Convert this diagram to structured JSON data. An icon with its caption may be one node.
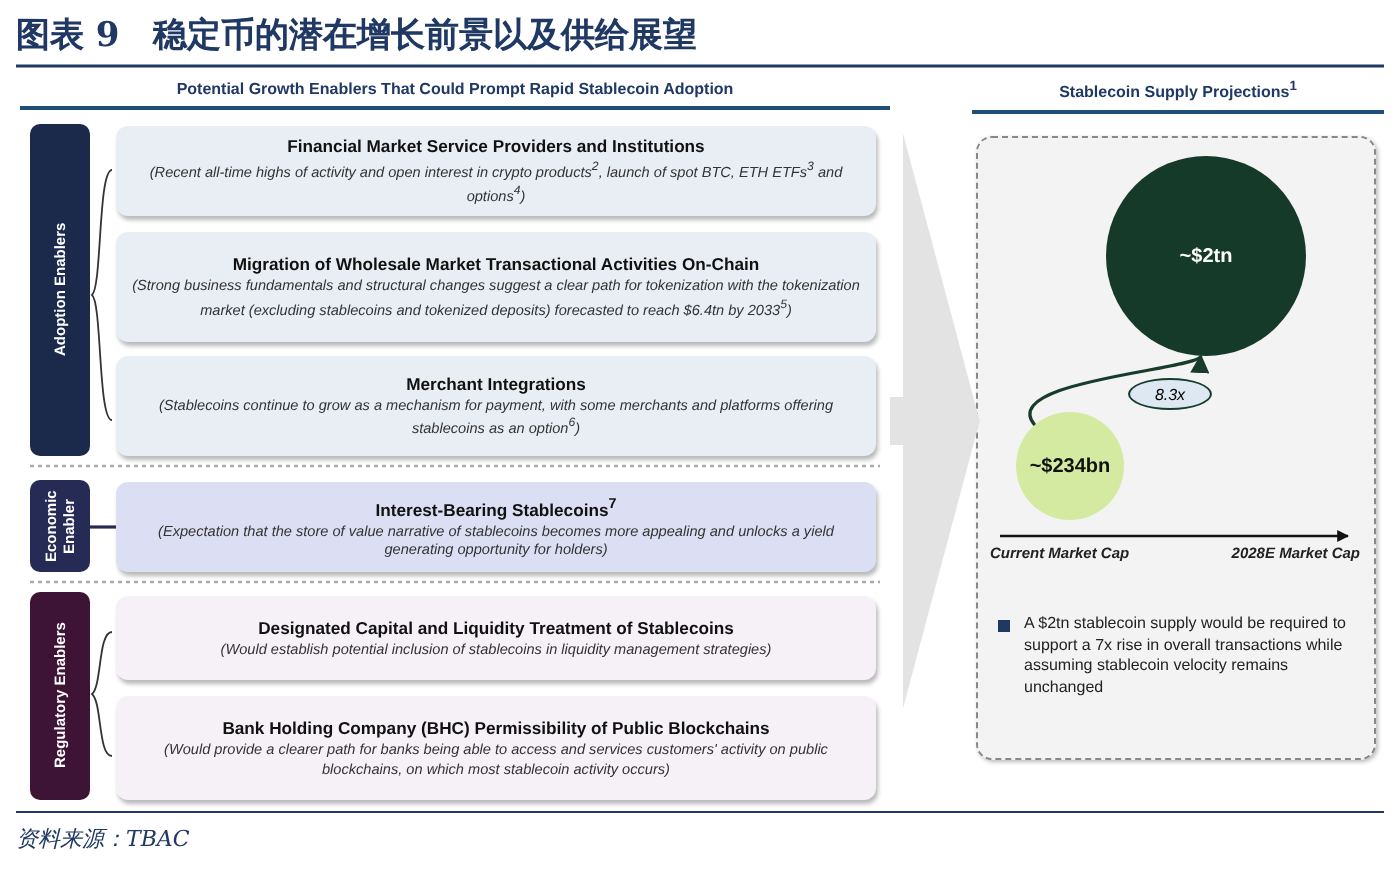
{
  "diagram": {
    "title": "图表 9　稳定币的潜在增长前景以及供给展望",
    "caption": "资料来源：TBAC",
    "nodes": [
      {
        "text": [
          "Potential Growth Enablers That Could Prompt Rapid Stablecoin Adoption"
        ]
      },
      {
        "text": [
          "Adoption Enablers"
        ],
        "in": 0
      },
      {
        "text": [
          "Financial Market Service Providers and Institutions",
          "(Recent all-time highs of activity and open interest in crypto products$^{2}$, launch of spot BTC, ETH ETFs$^{3}$ and options$^{4}$)"
        ],
        "in": 0
      },
      {
        "text": [
          "Migration of Wholesale Market Transactional Activities On-Chain",
          "(Strong business fundamentals and structural changes suggest a clear path for tokenization with the tokenization market (excluding stablecoins and tokenized deposits) forecasted to reach $6.4tn by 2033$^{5}$)"
        ],
        "in": 0
      },
      {
        "text": [
          "Merchant Integrations",
          "(Stablecoins continue to grow as a mechanism for payment, with some merchants and platforms offering stablecoins as an option$^{6}$)"
        ],
        "in": 0
      },
      {
        "text": [
          "Economic Enabler"
        ],
        "in": 0
      },
      {
        "text": [
          "Interest-Bearing Stablecoins$^{7}$",
          "(Expectation that the store of value narrative of stablecoins becomes more appealing and unlocks a yield generating opportunity for holders)"
        ],
        "in": 0
      },
      {
        "text": [
          "Regulatory Enablers"
        ],
        "in": 0
      },
      {
        "text": [
          "Designated Capital and Liquidity Treatment of Stablecoins",
          "(Would establish potential inclusion of stablecoins in liquidity management strategies)"
        ],
        "in": 0
      },
      {
        "text": [
          "Bank Holding Company (BHC) Permissibility of Public Blockchains",
          "(Would provide a clearer path for banks being able to access and services customers' activity on public blockchains, on which most stablecoin activity occurs)"
        ],
        "in": 0
      },
      {
        "text": [
          "Stablecoin Supply Projections$^{1}$"
        ]
      },
      {
        "text": [
          "~$234bn"
        ],
        "in": 10
      },
      {
        "text": [
          "~$2tn"
        ],
        "in": 10
      }
    ],
    "edges": [
      {
        "from": 0,
        "to": 10,
        "arrow": "to",
        "style": "thick",
        "color": "#e3e3e3"
      },
      {
        "from": 5,
        "to": 6,
        "arrow": "none",
        "color": "#262b55"
      },
      {
        "from": 11,
        "to": 12,
        "arrow": "to",
        "label": "8.3x",
        "color": "#173c2c"
      }
    ],
    "labels": [
      "Current Market Cap",
      "2028E Market Cap",
      "A $2tn stablecoin supply would be required to support a 7x rise in overall transactions while assuming stablecoin velocity remains unchanged"
    ]
  }
}
